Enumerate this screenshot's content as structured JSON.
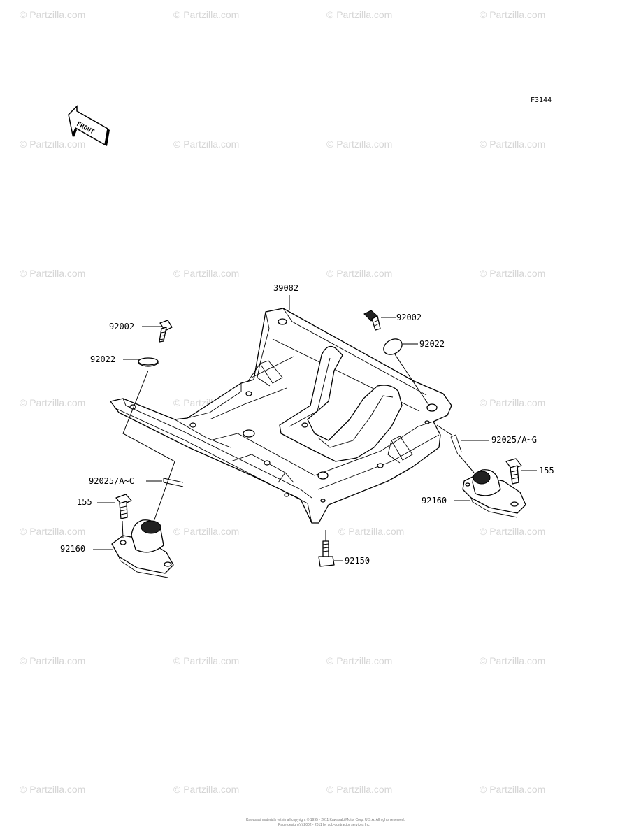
{
  "diagram_code": "F3144",
  "front_arrow_label": "FRONT",
  "watermark": "© Partzilla.com",
  "parts": {
    "frame": "39082",
    "bolt_left": "92002",
    "washer_left": "92022",
    "bolt_right": "92002",
    "washer_right": "92022",
    "clip_left": "92025/A~C",
    "clip_right": "92025/A~G",
    "bolt155_left": "155",
    "bolt155_right": "155",
    "mount_left": "92160",
    "mount_right": "92160",
    "bolt_bottom": "92150"
  },
  "credit_line_1": "Kawasaki materials within all copyright © 1995 - 2011 Kawasaki Motor Corp. U.S.A. All rights reserved.",
  "credit_line_2": "Page design (c) 2002 - 2011 by sub-contractor services Inc."
}
